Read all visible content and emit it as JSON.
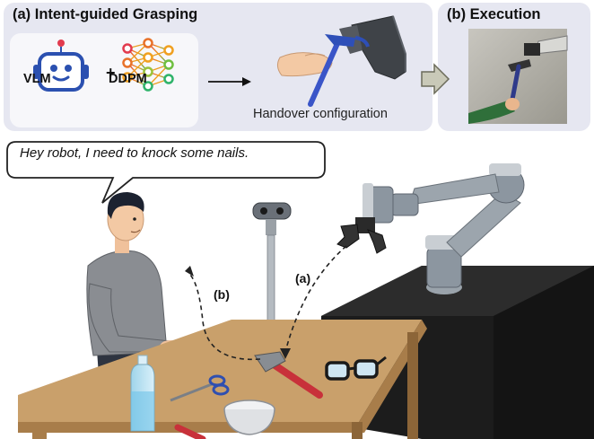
{
  "panels": {
    "a": {
      "title": "(a) Intent-guided Grasping",
      "vlm_label": "VLM",
      "plus": "+",
      "ddpm_label": "DDPM",
      "handover_caption": "Handover configuration"
    },
    "b": {
      "title": "(b) Execution"
    }
  },
  "scene": {
    "speech_text": "Hey robot, I need to knock some nails.",
    "arrow_a_label": "(a)",
    "arrow_b_label": "(b)"
  },
  "icons": [
    "robot-head-icon",
    "neural-network-icon",
    "arrow-right-icon",
    "block-arrow-icon"
  ],
  "colors": {
    "panel_bg": "#e6e7f1",
    "hammer_blue": "#3a55c8",
    "hammer_red": "#c8313a",
    "table_wood": "#c9a06b",
    "robot_gray": "#8c96a0",
    "box_black": "#1c1c1c"
  }
}
